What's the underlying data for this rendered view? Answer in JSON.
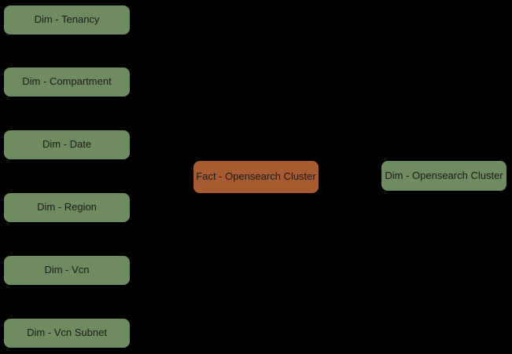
{
  "canvas": {
    "background_color": "#000000"
  },
  "node_styles": {
    "dimension_fill": "#6e8b62",
    "fact_fill": "#a75b30",
    "text_color": "#1b1b1b"
  },
  "diagram": {
    "kind": "star-schema",
    "left_dimension_nodes": [
      {
        "label": "Dim - Tenancy"
      },
      {
        "label": "Dim - Compartment"
      },
      {
        "label": "Dim - Date"
      },
      {
        "label": "Dim - Region"
      },
      {
        "label": "Dim - Vcn"
      },
      {
        "label": "Dim - Vcn Subnet"
      }
    ],
    "fact_node": {
      "label": "Fact - Opensearch Cluster"
    },
    "right_dimension_node": {
      "label": "Dim - Opensearch Cluster"
    }
  }
}
